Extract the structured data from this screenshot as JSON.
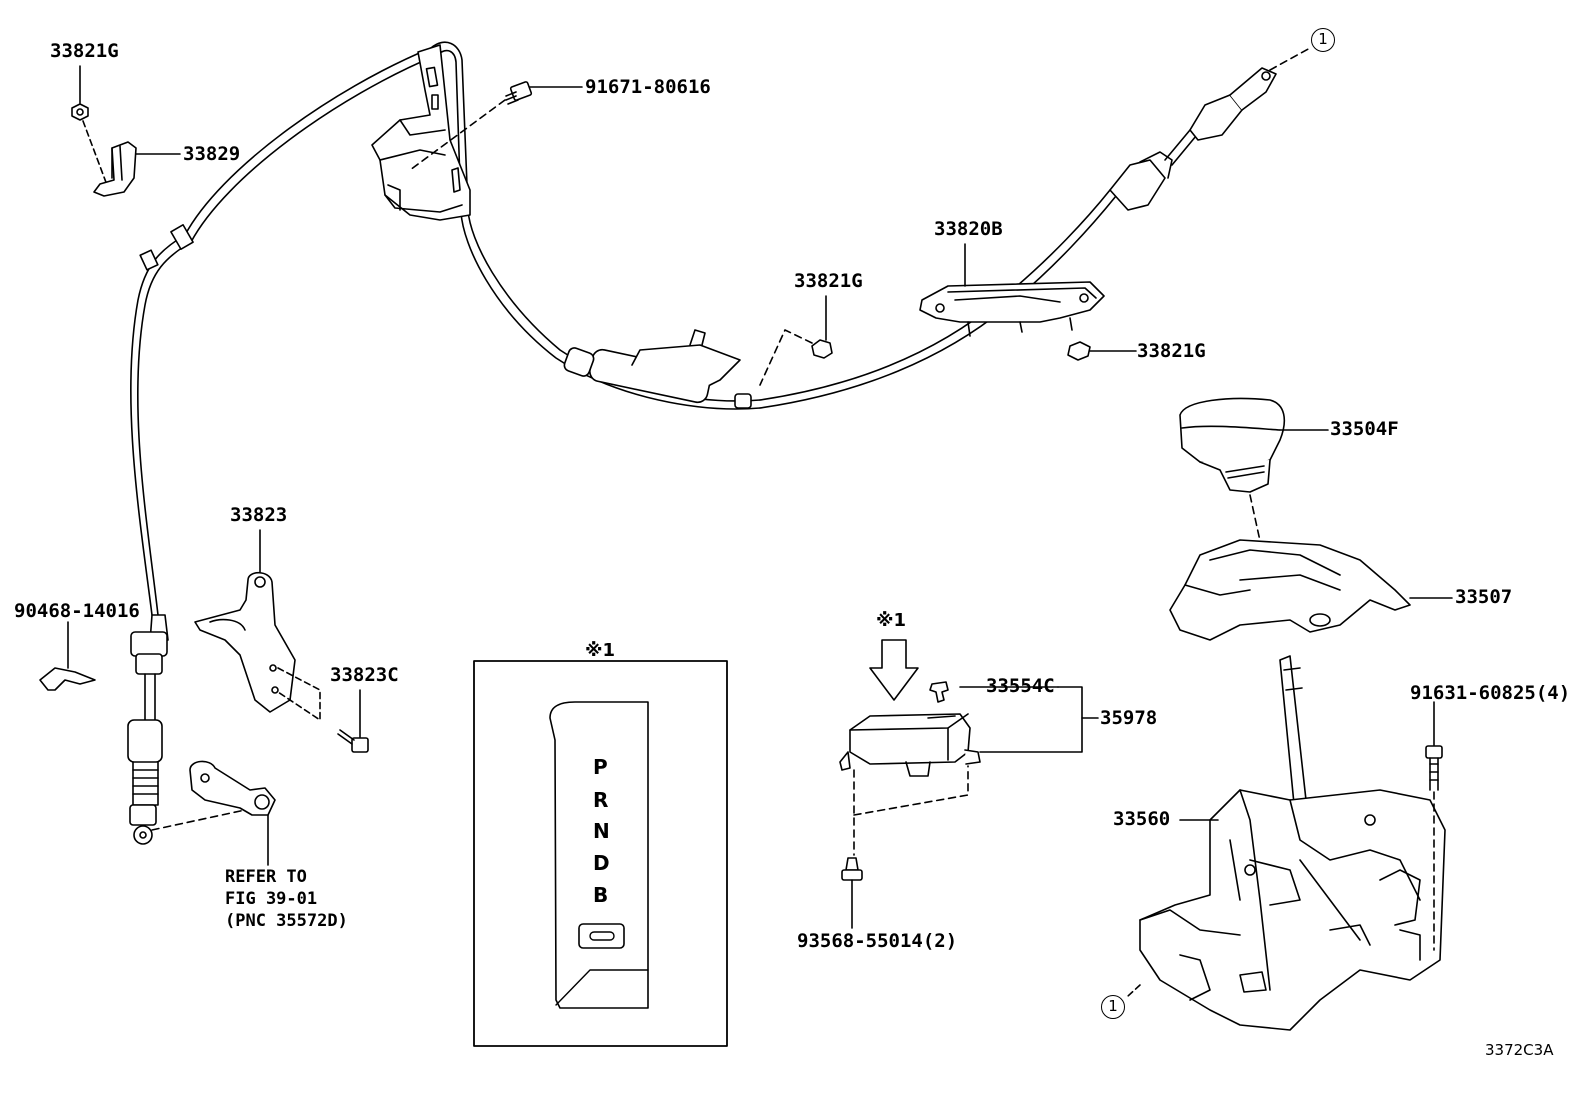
{
  "diagram_code": "3372C3A",
  "callout_1": "1",
  "note_mark": "※1",
  "labels": {
    "nut_top_left": "33821G",
    "clip": "33829",
    "bolt_bracket": "91671-80616",
    "cable_center_nut": "33821G",
    "retainer_plate": "33820B",
    "nut_right": "33821G",
    "knob": "33504F",
    "housing_cover": "33507",
    "bracket_lever": "33823",
    "bolt_lever": "33823C",
    "clip_lower_left": "90468-14016",
    "clip_bolt_right": "33554C",
    "ecu": "35978",
    "shift_lever_assy": "33560",
    "bolt_shift_assy": "91631-60825(4)",
    "screw_ecu": "93568-55014(2)"
  },
  "refer_note": "REFER TO\nFIG 39-01\n(PNC 35572D)",
  "gear_positions": [
    "P",
    "R",
    "N",
    "D",
    "B"
  ]
}
